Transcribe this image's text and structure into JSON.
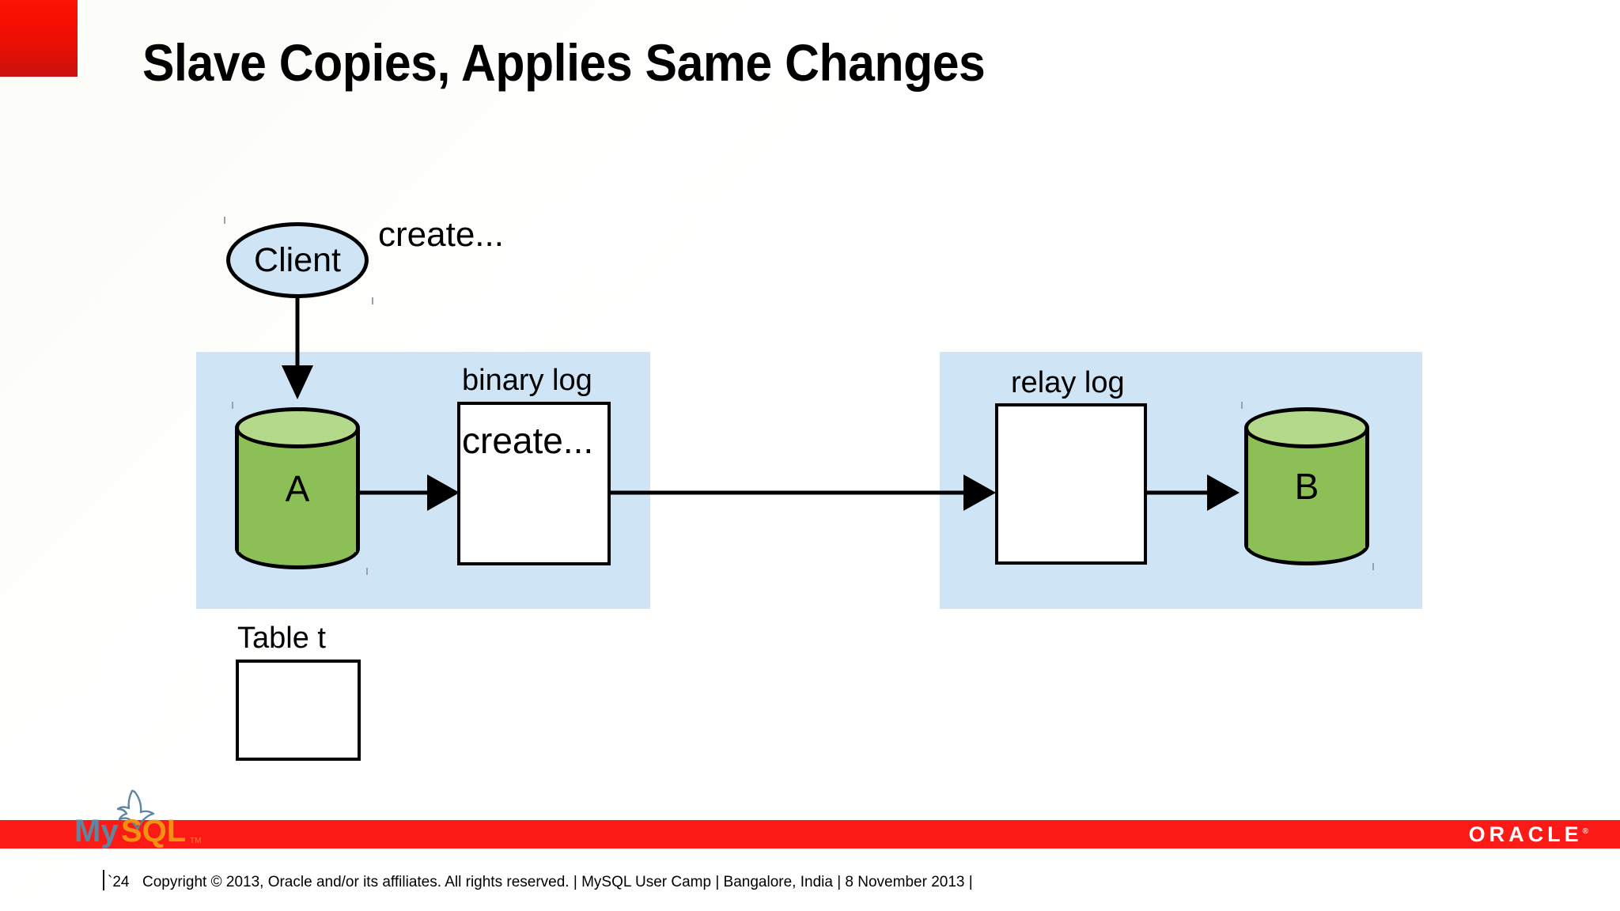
{
  "slide": {
    "title": "Slave Copies, Applies Same Changes",
    "accent_red": "#f80f02",
    "panel_blue": "#cfe4f5",
    "cylinder_green": "#8cbf55",
    "cylinder_top_green": "#b5d98a"
  },
  "diagram": {
    "client": {
      "label": "Client"
    },
    "client_statement": "create...",
    "master": {
      "database_label": "A",
      "binary_log_caption": "binary log",
      "binary_log_entry": "create..."
    },
    "slave": {
      "relay_log_caption": "relay log",
      "relay_log_entry": "",
      "database_label": "B"
    },
    "table": {
      "caption": "Table t"
    }
  },
  "footer": {
    "page_number": "`24",
    "copyright": "Copyright © 2013, Oracle and/or its affiliates. All rights reserved. |  MySQL User Camp | Bangalore, India | 8 November 2013 |",
    "mysql_wordmark_my": "My",
    "mysql_wordmark_sql": "SQL",
    "mysql_trademark": "TM",
    "oracle_wordmark": "ORACLE",
    "oracle_registered": "®"
  }
}
